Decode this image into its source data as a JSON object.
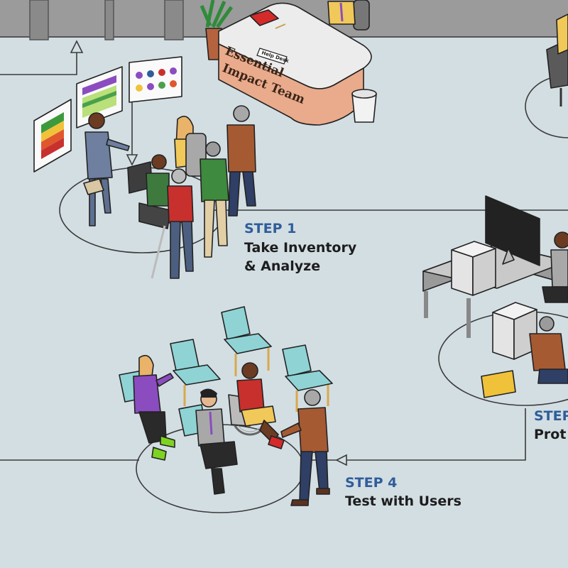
{
  "reception": {
    "desk_line1": "Essential",
    "desk_line2": "Impact Team",
    "sign_label": "Help Desk"
  },
  "steps": [
    {
      "number": "STEP 1",
      "title_line1": "Take Inventory",
      "title_line2": "& Analyze"
    },
    {
      "number": "STEP 4",
      "title_line1": "Test with Users",
      "title_line2": ""
    },
    {
      "number": "STEP",
      "title_line1": "Prot",
      "title_line2": ""
    }
  ],
  "colors": {
    "floor": "#d3dee3",
    "wall": "#9a9a9a",
    "step_number": "#2f5d9a",
    "step_title": "#1d1d1d",
    "chair_seat": "#8fd3d5",
    "desk_front": "#e9ab8c"
  }
}
